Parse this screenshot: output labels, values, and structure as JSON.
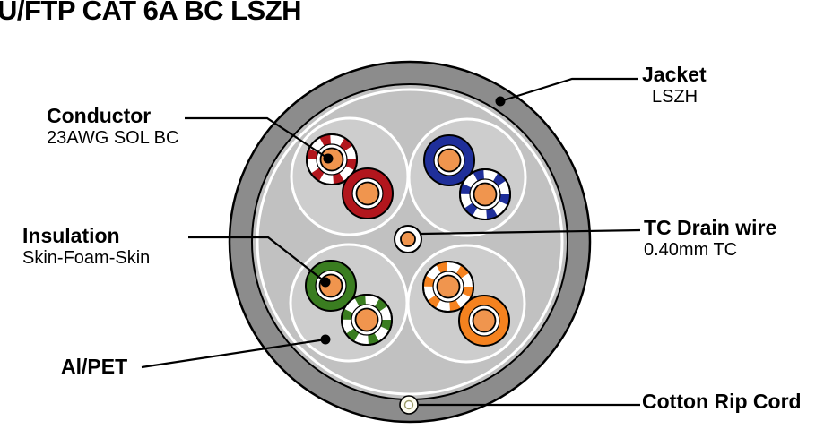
{
  "title": "U/FTP CAT 6A BC LSZH",
  "labels": {
    "jacket": {
      "name": "Jacket",
      "value": "LSZH"
    },
    "conductor": {
      "name": "Conductor",
      "value": "23AWG SOL BC"
    },
    "insulation": {
      "name": "Insulation",
      "value": "Skin-Foam-Skin"
    },
    "drain_wire": {
      "name": "TC Drain wire",
      "value": "0.40mm TC"
    },
    "al_pet": {
      "name": "Al/PET"
    },
    "rip_cord": {
      "name": "Cotton Rip Cord"
    }
  },
  "colors": {
    "jacket_gray": "#8c8c8c",
    "inner_gray": "#c1c1c1",
    "pair_gray": "#cdcdcd",
    "pair_red": "#b2161d",
    "pair_blue": "#1f2f9a",
    "pair_green": "#3a7d20",
    "pair_orange": "#f5821f",
    "conductor_orange": "#f0954e"
  }
}
